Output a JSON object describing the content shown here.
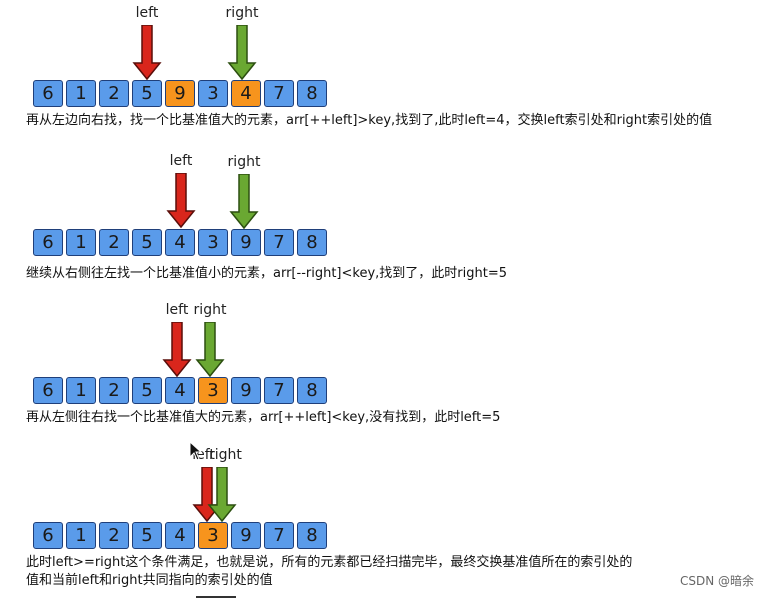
{
  "panels": [
    {
      "cells": [
        "6",
        "1",
        "2",
        "5",
        "9",
        "3",
        "4",
        "7",
        "8"
      ],
      "highlight": [
        4,
        6
      ],
      "left_label": "left",
      "right_label": "right",
      "caption": "再从左边向右找，找一个比基准值大的元素，arr[++left]>key,找到了,此时left=4，交换left索引处和right索引处的值"
    },
    {
      "cells": [
        "6",
        "1",
        "2",
        "5",
        "4",
        "3",
        "9",
        "7",
        "8"
      ],
      "highlight": [],
      "left_label": "left",
      "right_label": "right",
      "caption": "继续从右侧往左找一个比基准值小的元素，arr[--right]<key,找到了，此时right=5"
    },
    {
      "cells": [
        "6",
        "1",
        "2",
        "5",
        "4",
        "3",
        "9",
        "7",
        "8"
      ],
      "highlight": [
        5
      ],
      "left_label": "left",
      "right_label": "right",
      "caption": "再从左侧往右找一个比基准值大的元素，arr[++left]<key,没有找到，此时left=5"
    },
    {
      "cells": [
        "6",
        "1",
        "2",
        "5",
        "4",
        "3",
        "9",
        "7",
        "8"
      ],
      "highlight": [
        5
      ],
      "left_label": "left",
      "right_label": "right",
      "caption_line1": "此时left>=right这个条件满足，也就是说，所有的元素都已经扫描完毕，最终交换基准值所在的索引处的",
      "caption_line2": "值和当前left和right共同指向的索引处的值"
    }
  ],
  "watermark": "CSDN @暗余",
  "colors": {
    "cell": "#5a9bea",
    "cell_highlight": "#f7941d",
    "left_arrow": "#d9261c",
    "right_arrow": "#6aa832"
  },
  "icons": [
    "mouse-cursor-icon"
  ]
}
